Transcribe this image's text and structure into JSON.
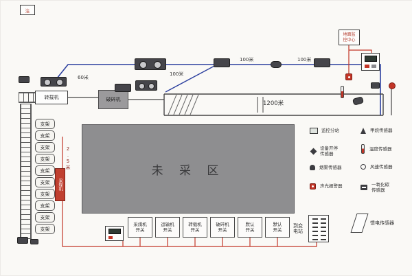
{
  "note": {
    "text": "注"
  },
  "distances": {
    "d60": "60米",
    "d100_a": "100米",
    "d100_b": "100米",
    "d100_c": "100米",
    "d1200": "1200米",
    "d25": "2.5米"
  },
  "machines": {
    "transfer": "转载机",
    "crusher": "破碎机",
    "shearer": "采煤机",
    "unmined": "未 采 区",
    "support": "支架"
  },
  "top_right": {
    "ground_center": "地面监\n控中心"
  },
  "switch_row": {
    "switches": [
      "采煤机\n开关",
      "运输机\n开关",
      "转载机\n开关",
      "破碎机\n开关",
      "默认\n开关",
      "默认\n开关"
    ]
  },
  "bottom_right": {
    "substation": "到变\n电站",
    "feed_sensor": "馈电传感器"
  },
  "legend": {
    "items": [
      {
        "icon": "monitor-icon",
        "label": "监控分站"
      },
      {
        "icon": "equipment-onoff-sensor-icon",
        "label": "设备开停\n传感器"
      },
      {
        "icon": "smoke-sensor-icon",
        "label": "烟雾传感器"
      },
      {
        "icon": "alarm-light-icon",
        "label": "声光报警器"
      },
      {
        "icon": "methane-sensor-icon",
        "label": "甲烷传感器"
      },
      {
        "icon": "temperature-sensor-icon",
        "label": "温度传感器"
      },
      {
        "icon": "wind-speed-sensor-icon",
        "label": "风速传感器"
      },
      {
        "icon": "co-sensor-icon",
        "label": "一氧化碳\n传感器"
      }
    ]
  },
  "colors": {
    "wire_blue": "#2b3f9e",
    "wire_red": "#c23527",
    "unmined_gray": "#8e8e90"
  }
}
